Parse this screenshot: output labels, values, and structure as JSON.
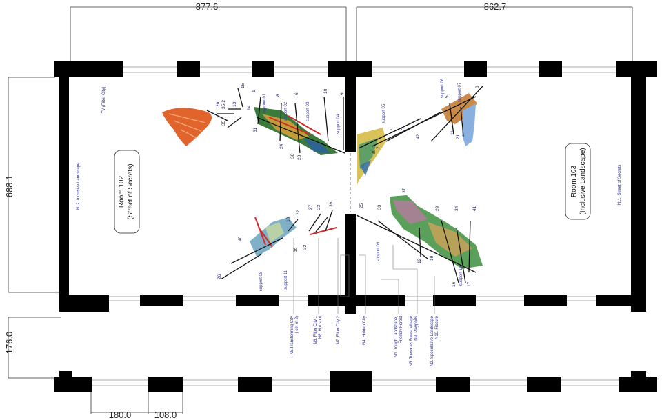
{
  "dimensions": {
    "top_left": "877.6",
    "top_right": "862.7",
    "left_height": "688.1",
    "corridor_height": "176.0",
    "bottom_a": "180.0",
    "bottom_b": "108.0"
  },
  "rooms": {
    "room_102": {
      "name": "Room 102",
      "subtitle": "(Street of Secrets)"
    },
    "room_103": {
      "name": "Room 103",
      "subtitle": "(Inclusive Landscape)"
    }
  },
  "wall_labels": {
    "tv": "TV (Filter City)",
    "n12": "N12. Inclusive Landscape",
    "n11": "N11. Street of Secrets"
  },
  "bottom_labels": [
    "N5.Transforming City",
    "( set of 2)",
    "N6. Filter City 1",
    "N8. Hot spot",
    "N7. Filter City 2",
    "N4. Hidden City",
    "N1. Tough Landscape,",
    "Friendly Forest",
    "N3. Tower as Forest Village",
    "N9. Playpods",
    "N2. Speculative Landscape",
    "N10. Fissure"
  ],
  "supports": [
    "support 01",
    "support 02",
    "support 03",
    "support 04",
    "support 05",
    "support 06",
    "support 07",
    "support 08",
    "support 09",
    "support 10",
    "support 11"
  ],
  "numbers": [
    "1",
    "2",
    "3",
    "4",
    "5",
    "6",
    "7",
    "8",
    "9",
    "10",
    "11",
    "12",
    "13",
    "14",
    "15",
    "16",
    "17",
    "18",
    "19",
    "20",
    "21",
    "22",
    "23",
    "24",
    "25",
    "26",
    "27",
    "28",
    "29",
    "30",
    "31",
    "32",
    "33",
    "34",
    "35",
    "35-2",
    "36",
    "37",
    "38",
    "39",
    "40",
    "41",
    "42"
  ]
}
